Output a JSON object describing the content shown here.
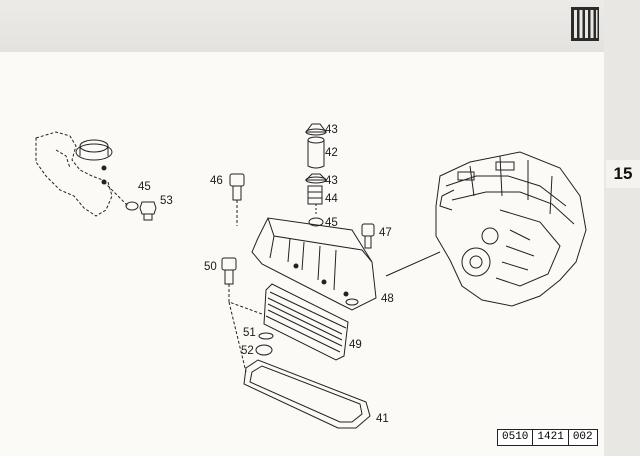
{
  "section_number": "15",
  "doc_ref": [
    "0510",
    "1421",
    "002"
  ],
  "callouts": {
    "c41": "41",
    "c42": "42",
    "c43a": "43",
    "c43b": "43",
    "c44": "44",
    "c45a": "45",
    "c45b": "45",
    "c46": "46",
    "c47": "47",
    "c48": "48",
    "c49": "49",
    "c50": "50",
    "c51": "51",
    "c52": "52",
    "c53": "53"
  },
  "icons": {
    "section_marker": "grille-icon"
  }
}
